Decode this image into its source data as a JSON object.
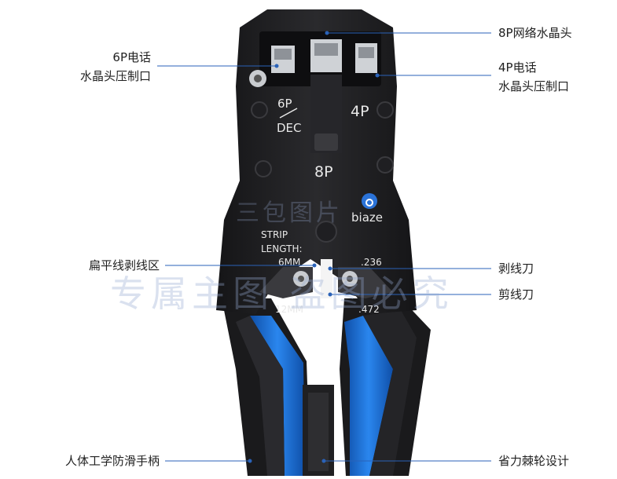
{
  "labels": {
    "top_right_1": "8P网络水晶头",
    "left_1_line1": "6P电话",
    "left_1_line2": "水晶头压制口",
    "right_2_line1": "4P电话",
    "right_2_line2": "水晶头压制口",
    "left_2": "扁平线剥线区",
    "right_3": "剥线刀",
    "right_4": "剪线刀",
    "left_3": "人体工学防滑手柄",
    "right_5": "省力棘轮设计"
  },
  "tool_markings": {
    "p6": "6P",
    "dec": "DEC",
    "p4": "4P",
    "p8": "8P",
    "brand": "biaze",
    "strip": "STRIP",
    "length": "LENGTH:",
    "mm6": "6MM",
    "mm12": "12MM",
    "in236": ".236",
    "in472": ".472"
  },
  "watermark": {
    "main": "专属主图 盗图必究",
    "small": "三包图片"
  },
  "colors": {
    "body": "#1c1c1e",
    "accent_blue": "#1c6fd6",
    "line": "#2a62b8",
    "text": "#222222"
  }
}
